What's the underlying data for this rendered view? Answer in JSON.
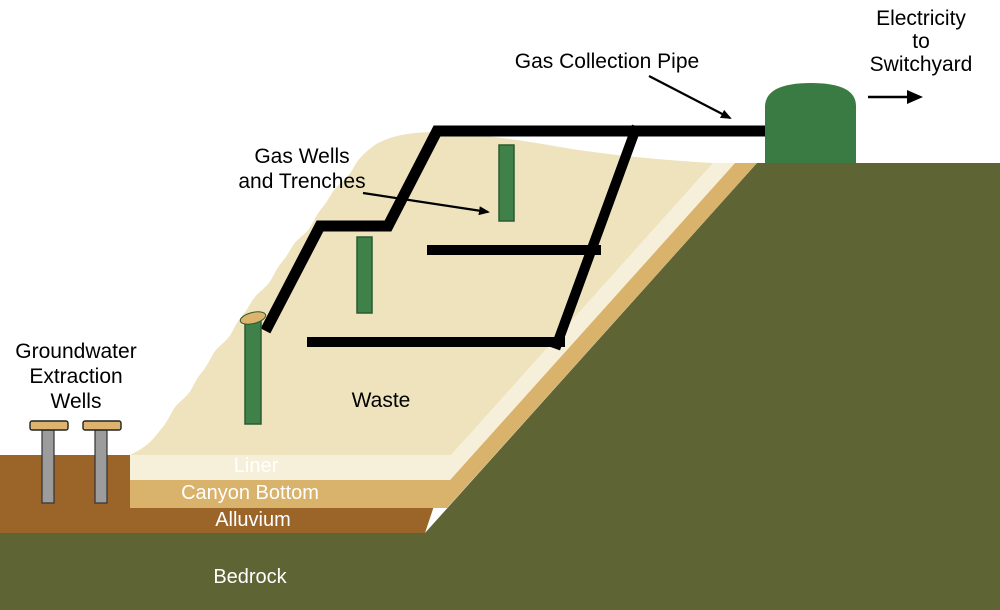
{
  "diagram": {
    "labels": {
      "gas_collection_pipe": "Gas Collection Pipe",
      "gas_wells_line1": "Gas Wells",
      "gas_wells_line2": "and Trenches",
      "electricity_line1": "Electricity",
      "electricity_line2": "to",
      "electricity_line3": "Switchyard",
      "groundwater_line1": "Groundwater",
      "groundwater_line2": "Extraction",
      "groundwater_line3": "Wells",
      "waste": "Waste",
      "liner": "Liner",
      "canyon_bottom_line1": "Canyon Bottom",
      "canyon_bottom_line2": "Alluvium",
      "bedrock": "Bedrock"
    },
    "colors": {
      "bedrock_olive": "#5e6434",
      "waste_cream": "#eee3bd",
      "liner_light": "#f6efd9",
      "alluvium_tan": "#d9b26b",
      "alluvium_brown": "#9b652a",
      "well_green": "#3f8149",
      "well_green_dark": "#2a5a33",
      "tank_green": "#3a7b44",
      "pipe_black": "#000000",
      "well_shaft_gray": "#9c9c9c",
      "well_cap_tan": "#dcb46e"
    }
  }
}
